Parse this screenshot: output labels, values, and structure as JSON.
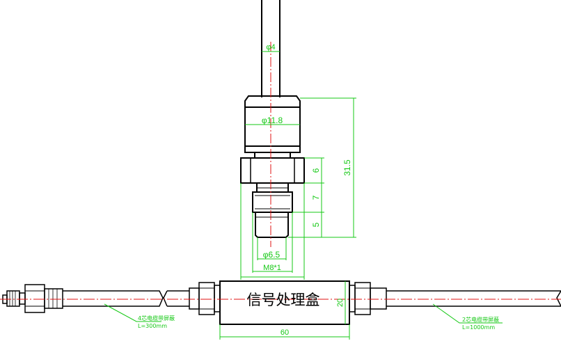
{
  "colors": {
    "outline": "#000000",
    "dimension": "#14c814",
    "centerline": "#e01010"
  },
  "labels": {
    "dia_rod": "φ4",
    "dia_head": "φ11.8",
    "dia_tip": "φ6.5",
    "thread": "M8*1",
    "len_total": "31.5",
    "len_hex": "6",
    "len_thread": "7",
    "len_tip": "5",
    "box_title": "信号处理盒",
    "box_height": "20",
    "box_length": "60",
    "cable_left_name": "4芯电缆带屏蔽",
    "cable_left_len": "L=300mm",
    "cable_right_name": "2芯电缆带屏蔽",
    "cable_right_len": "L=1000mm"
  }
}
